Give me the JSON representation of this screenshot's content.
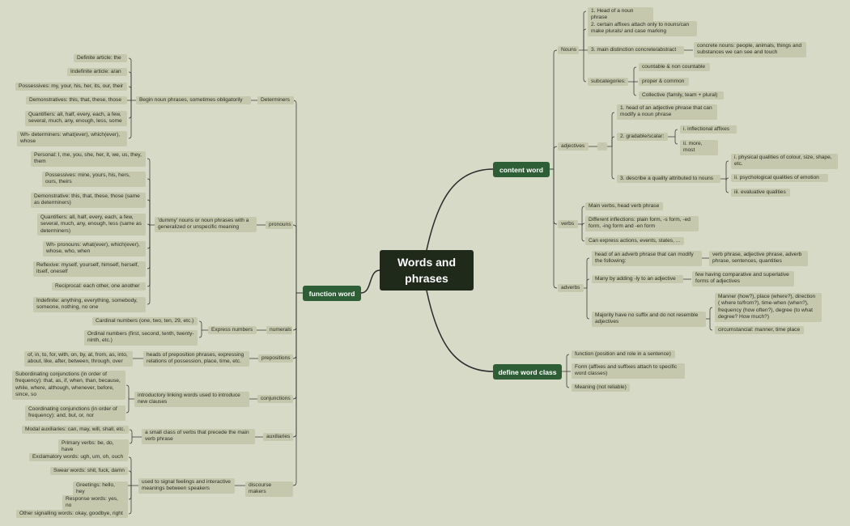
{
  "root": {
    "title": "Words and phrases"
  },
  "function_word": {
    "label": "function word",
    "determiners": {
      "label": "Determiners",
      "desc": "Begin noun phrases, sometimes obligatorily",
      "items": [
        "Definite article: the",
        "Indefinite article: a/an",
        "Possessives: my, your, his, her, its, our, their",
        "Demonstratives: this, that, these, those",
        "Quantifiers: all, half, every, each, a few, several, much, any, enough, less, some",
        "Wh- determiners: what(ever), which(ever), whose"
      ]
    },
    "pronouns": {
      "label": "pronouns",
      "desc": "'dummy' nouns or noun phrases with a generalized or unspecific meaning",
      "items": [
        "Personal: I, me, you, she, her, it, we, us, they, them",
        "Possessives: mine, yours, his, hers, ours, theirs",
        "Demonstrative: this, that, these, those (same as determiners)",
        "Quantifiers: all, half, every, each, a few, several, much, any, enough, less (same as determiners)",
        "Wh- pronouns: what(ever), which(ever), whose, who, when",
        "Reflexive: myself, yourself, himself, herself, itself, oneself",
        "Reciprocal: each other, one another",
        "Indefinite: anything, everything, somebody, someone, nothing, no one"
      ]
    },
    "numerals": {
      "label": "numerals",
      "desc": "Express numbers",
      "items": [
        "Cardinal numbers (one, two, ten, 29, etc.)",
        "Ordinal numbers (first, second, tenth, twenty-ninth, etc.)"
      ]
    },
    "prepositions": {
      "label": "prepositions",
      "desc": "heads of preposition phrases, expressing relations of possession, place, time, etc.",
      "items": [
        "of, in, to, for, with, on, by, at, from, as, into, about, like, after, between, through, over"
      ]
    },
    "conjunctions": {
      "label": "conjunctions",
      "desc": "introductory linking words used to introduce new clauses",
      "items": [
        "Subordinating conjunctions (in order of frequency): that, as, if, when, than, because, while, where, although, whenever, before, since, so",
        "Coordinating conjunctions (in order of frequency): and, but, or, nor"
      ]
    },
    "auxiliaries": {
      "label": "auxiliaries",
      "desc": "a small class of verbs that precede the main verb phrase",
      "items": [
        "Modal auxiliaries: can, may, will, shall, etc.",
        "Primary verbs: be, do, have"
      ]
    },
    "discourse": {
      "label": "discourse makers",
      "desc": "used to signal feelings and interactive meanings between speakers",
      "items": [
        "Exclamatory words: ugh, um, oh, ouch",
        "Swear words: shit, fuck, damn",
        "Greetings: hello, hey",
        "Response words: yes, no",
        "Other signalling words: okay, goodbye, right"
      ]
    }
  },
  "content_word": {
    "label": "content word",
    "nouns": {
      "label": "Nouns",
      "head": "1. Head of a noun phrase",
      "affixes": "2. certain affixes attach only to nouns/can make plurals/ and case marking",
      "distinction": "3. main distinction concrete/abstract",
      "concrete": "concrete nouns: people, animals, things and substances we can see and touch",
      "subcategories": "subcategories:",
      "subs": [
        "countable & non countable",
        "proper & common",
        "Collective (family, team + plural)"
      ]
    },
    "adjectives": {
      "label": "adjectives",
      "empty": "",
      "head": "1. head of an adjective phrase that can modify a noun phrase",
      "gradable": "2. gradable/scalar:",
      "gradable_items": [
        "i. inflectional affixes",
        "ii. more, most"
      ],
      "describe": "3. describe a quality attributed to nouns",
      "describe_items": [
        "i. physical qualities of colour, size, shape, etc.",
        "ii. psychological qualities of emotion",
        "iii. evaluative qualities"
      ]
    },
    "verbs": {
      "label": "verbs",
      "items": [
        "Main verbs, head verb phrase",
        "Different inflections: plain form, -s form, -ed form, -ing form and -en form",
        "Can express actions, events, states, ..."
      ]
    },
    "adverbs": {
      "label": "adverbs",
      "head": "head of an adverb phrase that can modify the following:",
      "head_items": "verb phrase, adjective phrase, adverb phrase, sentences, quantities",
      "ly": "Many by adding -ly to an adjective",
      "ly_items": "few having comparative and superlative forms of adjectives",
      "suffix": "Majority have no suffix and do not resemble adjectives",
      "suffix_items": [
        "Manner (how?), place (where?), direction ( where to/from?), time-when (when?), frequency (how often?), degree (to what degree? How much?)",
        "circumstancial: manner, time place"
      ]
    }
  },
  "define": {
    "label": "define word class",
    "items": [
      "function (position and role in a sentence)",
      "Form (affixes and suffixes attach to specific word classes)",
      "Meaning (not reliable)"
    ]
  },
  "colors": {
    "background": "#d6dac7",
    "leaf": "#c5c8ad",
    "main": "#2e5e35",
    "root": "#1f2a1b",
    "line": "#2b2b2b"
  }
}
